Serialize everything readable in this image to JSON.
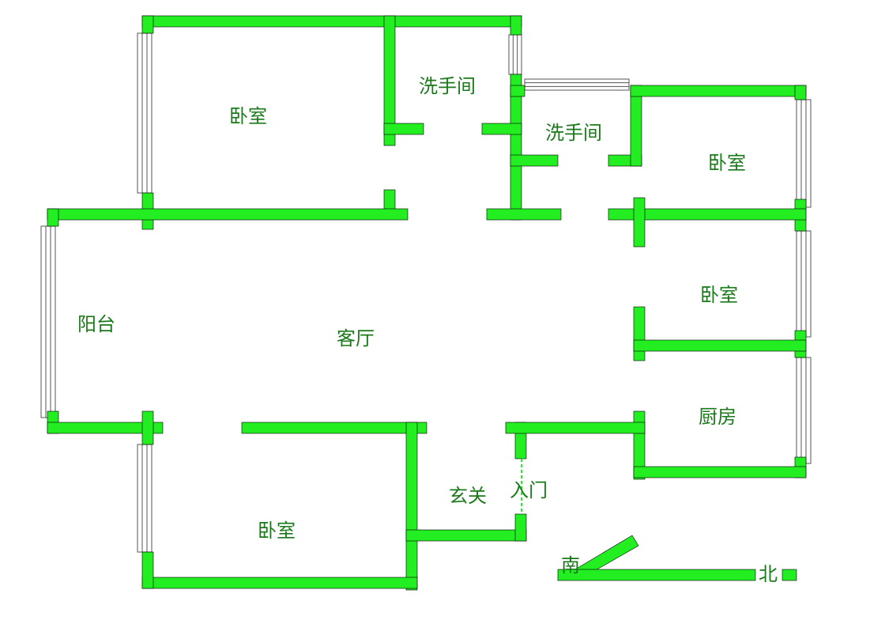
{
  "colors": {
    "wall": "#22ee22",
    "wall_stroke": "#000000",
    "window_fill": "#ffffff",
    "window_stroke": "#555555",
    "text": "#1a7a1a",
    "background": "#ffffff"
  },
  "labels": {
    "bedroom_top_left": "卧室",
    "bathroom_1": "洗手间",
    "bathroom_2": "洗手间",
    "bedroom_right_top": "卧室",
    "bedroom_right_mid": "卧室",
    "kitchen": "厨房",
    "balcony": "阳台",
    "living_room": "客厅",
    "bedroom_bottom_left": "卧室",
    "foyer": "玄关",
    "entrance": "入门",
    "compass_south": "南",
    "compass_north": "北"
  }
}
